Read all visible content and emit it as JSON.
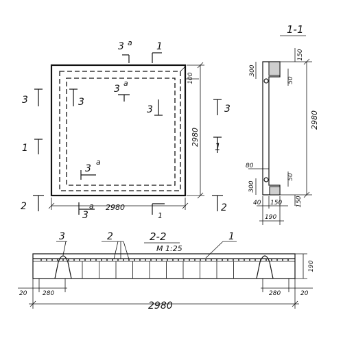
{
  "plan": {
    "width_label": "2980",
    "height_label": "2980",
    "corner_offset": "100",
    "sec_3a_bottom": "3",
    "sec_3a_bottom_sup": "a",
    "sec_1_bottom": "1",
    "top_sec_3": "3",
    "top_sec_3_sup": "a",
    "top_sec_1": "1",
    "left_3": "3",
    "left_1": "1",
    "left_2": "2",
    "right_3": "3",
    "right_1": "1",
    "right_2": "2",
    "inner_3a_top": "3",
    "inner_3a_top_sup": "a",
    "inner_3_left": "3",
    "inner_3_right": "3",
    "inner_3a_low": "3",
    "inner_3a_low_sup": "a"
  },
  "section_1_1": {
    "title": "1-1",
    "height_label": "2980",
    "top_dim": "150",
    "top_left_dim": "300",
    "top_inner_dim": "50",
    "bottom_left_dim": "300",
    "bottom_inner_dim": "50",
    "bottom_right_dim": "150",
    "rib_dim": "80",
    "bottom_40": "40",
    "bottom_150": "150",
    "bottom_190": "190"
  },
  "section_2_2": {
    "title": "2-2",
    "scale": "M 1:25",
    "callout_1": "1",
    "callout_2": "2",
    "callout_3": "3",
    "length_label": "2980",
    "left_20": "20",
    "left_280": "280",
    "right_280": "280",
    "right_20": "20",
    "height_190": "190"
  }
}
